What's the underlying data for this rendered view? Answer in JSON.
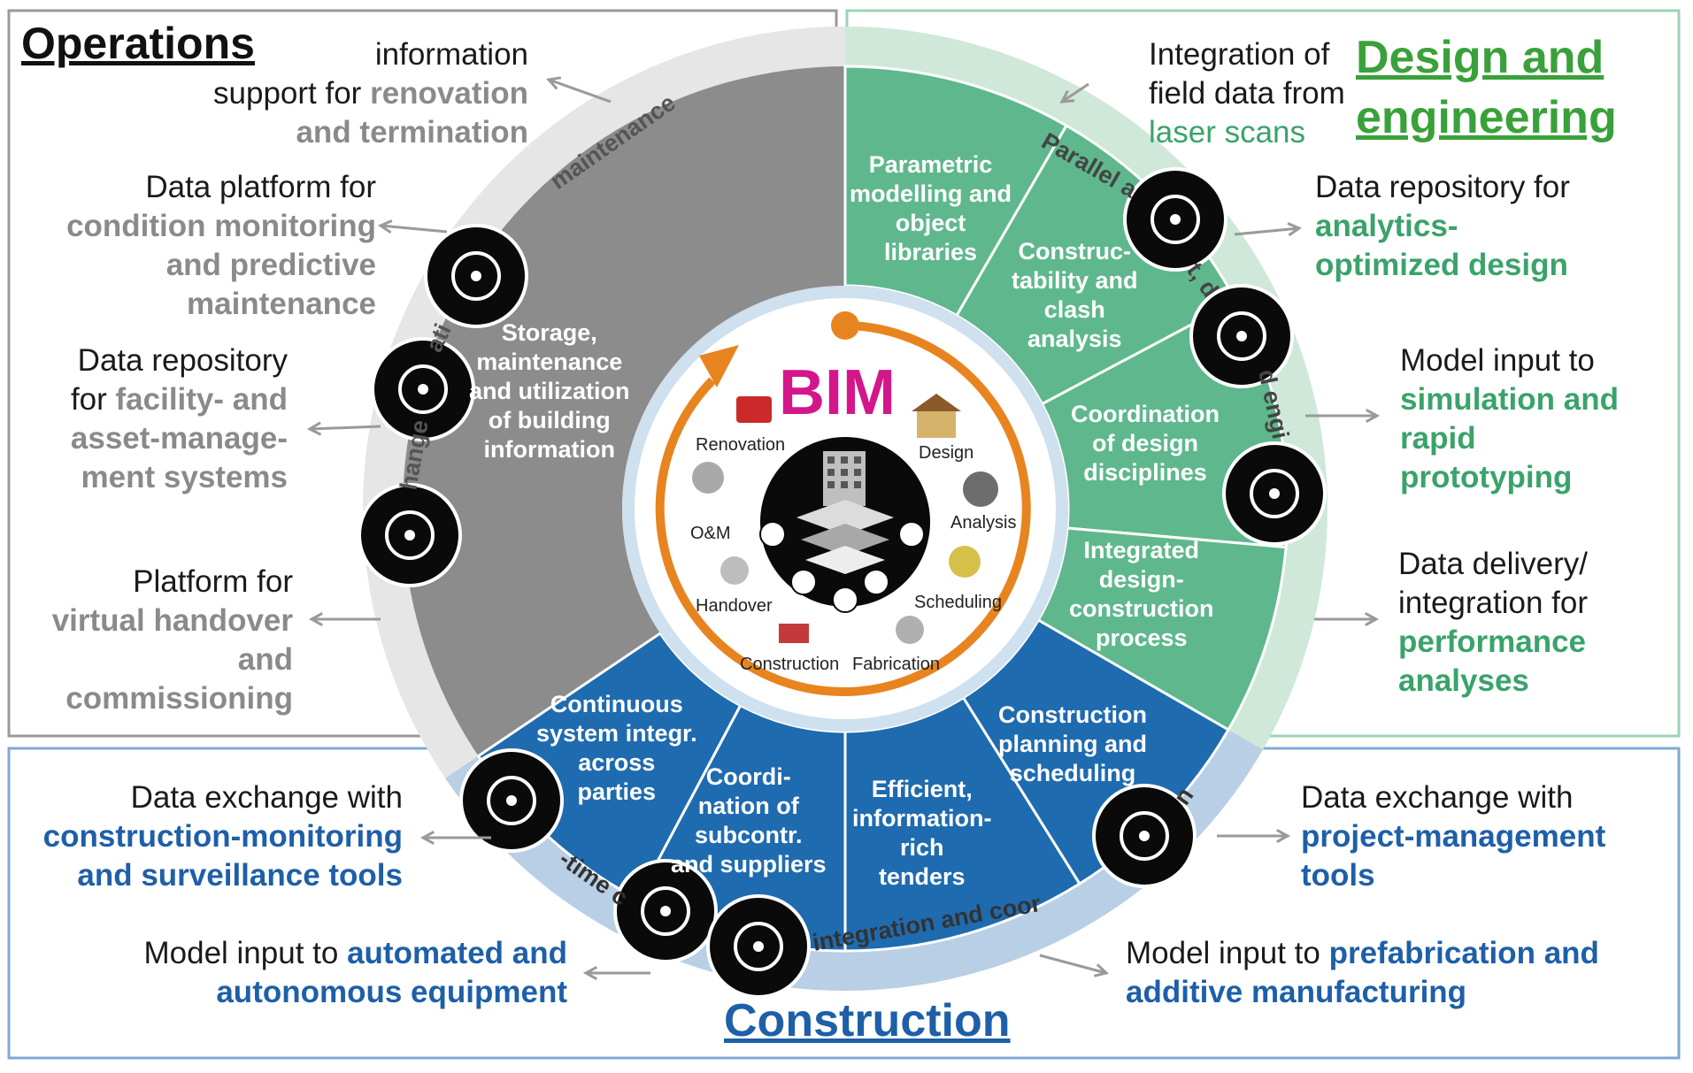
{
  "titles": {
    "operations": "Operations",
    "design": [
      "Design and",
      "engineering"
    ],
    "construction": "Construction"
  },
  "center": {
    "bim": "BIM",
    "phases": [
      "Renovation",
      "Design",
      "Analysis",
      "O&M",
      "Handover",
      "Scheduling",
      "Construction",
      "Fabrication"
    ]
  },
  "ring_text": {
    "operations": "maintenance",
    "operations_2": "hange",
    "operations_3": "ati",
    "design": "Parallel a",
    "design_2": "t, d",
    "design_3": "d engi",
    "construction": "-time c",
    "construction_2": "integration and coor",
    "construction_3": "n"
  },
  "segments": {
    "operations": [
      "Storage,",
      "maintenance",
      "and utilization",
      "of building",
      "information"
    ],
    "design_1": [
      "Parametric",
      "modelling and",
      "object",
      "libraries"
    ],
    "design_2": [
      "Construc-",
      "tability and",
      "clash",
      "analysis"
    ],
    "design_3": [
      "Coordination",
      "of design",
      "disciplines"
    ],
    "design_4": [
      "Integrated",
      "design-",
      "construction",
      "process"
    ],
    "construction_1": [
      "Continuous",
      "system integr.",
      "across",
      "parties"
    ],
    "construction_2": [
      "Coordi-",
      "nation of",
      "subcontr.",
      "and suppliers"
    ],
    "construction_3": [
      "Efficient,",
      "information-",
      "rich",
      "tenders"
    ],
    "construction_4": [
      "Construction",
      "planning and",
      "scheduling"
    ]
  },
  "ops_labels": [
    {
      "plain": "information",
      "hl": [
        "support for ",
        "renovation",
        "and termination"
      ]
    },
    {
      "plain": "Data platform for",
      "hl": [
        "condition monitoring",
        "and predictive",
        "maintenance"
      ]
    },
    {
      "plain": "Data repository",
      "hl": [
        "for ",
        "facility- and",
        "asset-manage-",
        "ment systems"
      ]
    },
    {
      "plain": "Platform for",
      "hl": [
        "virtual handover",
        "and",
        "commissioning"
      ]
    }
  ],
  "design_labels": [
    {
      "lines": [
        "Integration of",
        "field data from"
      ],
      "hl": [
        "laser scans"
      ]
    },
    {
      "lines": [
        "Data repository for"
      ],
      "hl": [
        "analytics-",
        "optimized design"
      ]
    },
    {
      "lines": [
        "Model input to"
      ],
      "hl": [
        "simulation and",
        "rapid",
        "prototyping"
      ]
    },
    {
      "lines": [
        "Data delivery/",
        "integration for"
      ],
      "hl": [
        "performance",
        "analyses"
      ]
    }
  ],
  "construction_labels": [
    {
      "lines": [
        "Data exchange with"
      ],
      "hl": [
        "construction-monitoring",
        "and surveillance tools"
      ]
    },
    {
      "lines": [
        "Model input to "
      ],
      "hl": [
        "automated and",
        "autonomous equipment"
      ]
    },
    {
      "lines": [
        "Data exchange with"
      ],
      "hl": [
        "project-management",
        "tools"
      ]
    },
    {
      "lines": [
        "Model input to "
      ],
      "hl": [
        "prefabrication and",
        "additive manufacturing"
      ]
    }
  ],
  "icons": [
    "waveform-icon",
    "construction-worker-icon",
    "sensor-network-icon",
    "laser-scanner-icon",
    "monitor-icon",
    "sensor-network-icon",
    "vr-headset-icon",
    "robot-arm-icon",
    "3d-printer-icon",
    "drone-icon"
  ],
  "colors": {
    "operations": "#8c8c8c",
    "design": "#5fb88d",
    "construction": "#1f6bb0",
    "accent": "#e8841f",
    "bim": "#d4168b",
    "green_title": "#3aa13a",
    "blue_title": "#1e5fa8"
  }
}
